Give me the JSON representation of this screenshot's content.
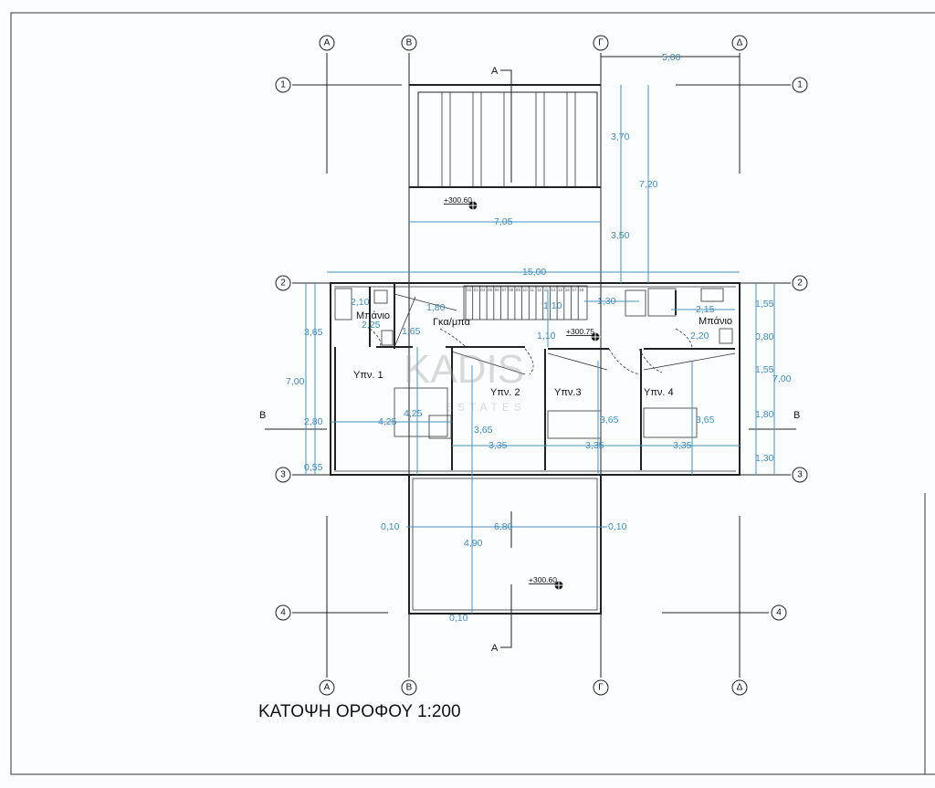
{
  "title": "ΚΑΤΟΨΗ ΟΡΟΦΟΥ 1:200",
  "grid": {
    "columns": [
      "Α",
      "Β",
      "Γ",
      "Δ"
    ],
    "rows": [
      "1",
      "2",
      "3",
      "4"
    ]
  },
  "sections": {
    "a": "A",
    "b": "B"
  },
  "rooms": [
    "Μπάνιο",
    "Γκα/μπα",
    "Υπν. 1",
    "Υπν. 2",
    "Υπν.3",
    "Υπν. 4",
    "Μπάνιο"
  ],
  "elevations": [
    "+300.60",
    "+300.75",
    "+300.60"
  ],
  "dimensions": [
    "5,00",
    "3,70",
    "7,20",
    "7,05",
    "3,50",
    "15,00",
    "2,10",
    "1,80",
    "1,65",
    "2,25",
    "1,10",
    "1,10",
    "1,30",
    "2,15",
    "2,20",
    "3,65",
    "7,00",
    "2,80",
    "0,55",
    "4,25",
    "4,25",
    "3,65",
    "3,35",
    "3,65",
    "3,35",
    "3,65",
    "3,35",
    "1,55",
    "0,80",
    "1,55",
    "7,00",
    "1,80",
    "1,30",
    "0,10",
    "6,80",
    "0,10",
    "4,90",
    "0,10"
  ],
  "stair_steps": [
    "02",
    "03",
    "04",
    "05",
    "06",
    "07",
    "08",
    "09",
    "10",
    "11",
    "12",
    "13",
    "14",
    "15",
    "16",
    "17",
    "18"
  ],
  "watermark": {
    "main": "KADIS",
    "sub": "ESTATES"
  },
  "colors": {
    "dimension": "#3f8cbd",
    "line": "#222222"
  }
}
